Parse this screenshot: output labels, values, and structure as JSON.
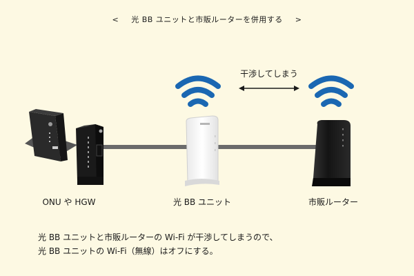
{
  "title": {
    "open_bracket": "<",
    "text": "光 BB ユニットと市販ルーターを併用する",
    "close_bracket": ">"
  },
  "interference_label": "干渉してしまう",
  "devices": {
    "onu_hgw": {
      "label": "ONU や HGW"
    },
    "bb_unit": {
      "label": "光 BB ユニット"
    },
    "router": {
      "label": "市販ルーター"
    }
  },
  "description": {
    "line1": "光 BB ユニットと市販ルーターの Wi-Fi が干渉してしまうので、",
    "line2": "光 BB ユニットの Wi-Fi（無線）はオフにする。"
  },
  "colors": {
    "background": "#fdf9e3",
    "wifi": "#1a67b2",
    "cable": "#6b6b6b",
    "device_dark": "#1c1c1c",
    "device_white": "#f4f4f4"
  }
}
